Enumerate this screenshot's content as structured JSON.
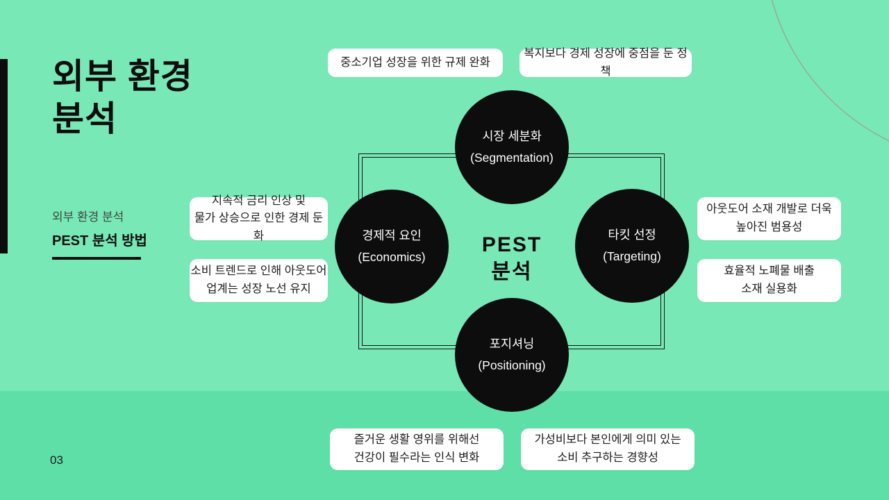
{
  "slide": {
    "page_number": "03",
    "title": "외부 환경\n분석",
    "subtitle_small": "외부 환경 분석",
    "subtitle_bold": "PEST 분석 방법"
  },
  "diagram": {
    "center_label": "PEST\n분석",
    "circles": {
      "top": "시장 세분화\n(Segmentation)",
      "left": "경제적 요인\n(Economics)",
      "right": "타킷 선정\n(Targeting)",
      "bottom": "포지셔닝\n(Positioning)"
    },
    "notes": {
      "top_left": "중소기업 성장을 위한 규제 완화",
      "top_right": "복지보다 경제 성장에 중점을 둔 정책",
      "left_top": "지속적 금리 인상 및\n물가 상승으로 인한 경제 둔화",
      "left_bottom": "소비 트렌드로 인해 아웃도어\n업계는 성장 노선 유지",
      "right_top": "아웃도어 소재 개발로 더욱\n높아진 범용성",
      "right_bottom": "효율적 노폐물 배출\n소재 실용화",
      "bottom_left": "즐거운 생활 영위를 위해선\n건강이 필수라는 인식 변화",
      "bottom_right": "가성비보다 본인에게 의미 있는\n소비 추구하는 경향성"
    }
  },
  "colors": {
    "background": "#79e8b7",
    "footer_band": "#5fdfa8",
    "circle_fill": "#0d0d0d",
    "note_background": "#ffffff",
    "text": "#0d0d0d"
  }
}
